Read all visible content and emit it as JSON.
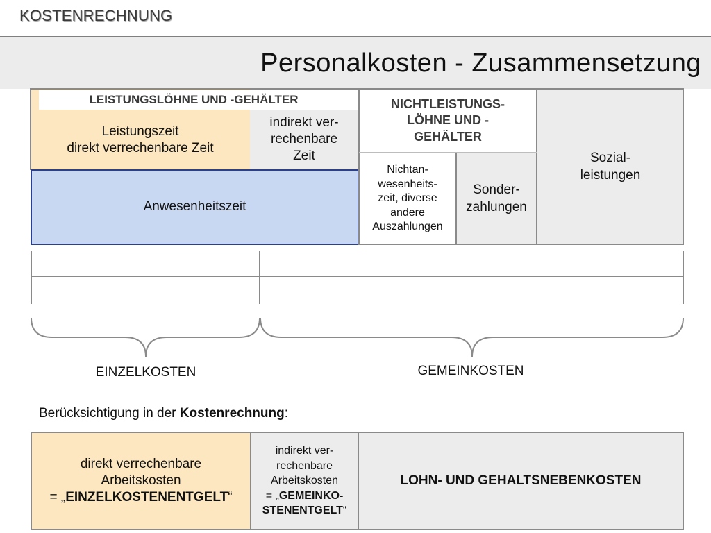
{
  "header": {
    "section_label": "KOSTENRECHNUNG",
    "title": "Personalkosten - Zusammensetzung"
  },
  "diagram": {
    "leistung_header": "LEISTUNGSLÖHNE UND -GEHÄLTER",
    "leistungszeit_line1": "Leistungszeit",
    "leistungszeit_line2": "direkt verrechenbare Zeit",
    "indirekt_zeit": "indirekt ver-\nrechenbare\nZeit",
    "anwesenheitszeit": "Anwesenheitszeit",
    "nichtleistung_header": "NICHTLEISTUNGS-\nLÖHNE UND -\nGEHÄLTER",
    "nichtanwesenheit": "Nichtan-\nwesenheits-\nzeit, diverse\nandere\nAuszahlungen",
    "sonderzahlungen": "Sonder-\nzahlungen",
    "sozialleistungen": "Sozial-\nleistungen",
    "einzelkosten": "EINZELKOSTEN",
    "gemeinkosten": "GEMEINKOSTEN"
  },
  "kostenrechnung": {
    "intro_prefix": "Berücksichtigung in der ",
    "intro_link": "Kostenrechnung",
    "intro_suffix": ":",
    "direkt_line1": "direkt verrechenbare",
    "direkt_line2": "Arbeitskosten",
    "direkt_line3_prefix": "= „",
    "direkt_line3_bold": "EINZELKOSTENENTGELT",
    "direkt_line3_suffix": "“",
    "indirekt_lines": "indirekt ver-\nrechenbare\nArbeitskosten",
    "indirekt_eq_prefix": "= „",
    "indirekt_bold_1": "GEMEINKO-",
    "indirekt_bold_2": "STENENTGELT",
    "indirekt_suffix": "“",
    "nebenkosten": "LOHN- UND GEHALTSNEBENKOSTEN"
  }
}
